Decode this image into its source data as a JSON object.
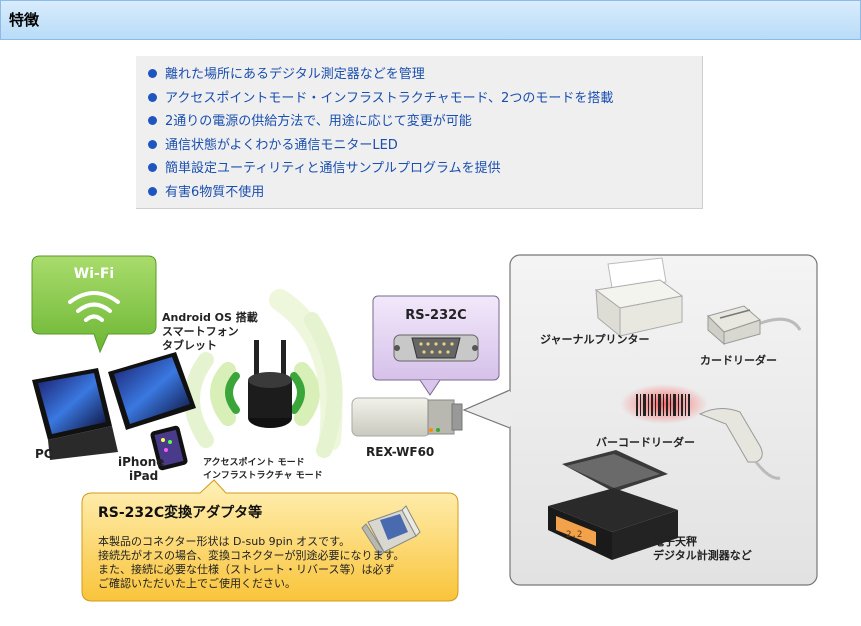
{
  "header": {
    "title": "特徴"
  },
  "features": [
    "離れた場所にあるデジタル測定器などを管理",
    "アクセスポイントモード・インフラストラクチャモード、2つのモードを搭載",
    "2通りの電源の供給方法で、用途に応じて変更が可能",
    "通信状態がよくわかる通信モニターLED",
    "簡単設定ユーティリティと通信サンプルプログラムを提供",
    "有害6物質不使用"
  ],
  "diagram": {
    "wifi_label": "Wi-Fi",
    "android_lines": [
      "Android OS 搭載",
      "スマートフォン",
      "タブレット"
    ],
    "pc_label": "PC",
    "iphone_label": "iPhone",
    "ipad_label": "iPad",
    "mode_lines": [
      "アクセスポイント モード",
      "インフラストラクチャ モード"
    ],
    "rs232c_label": "RS-232C",
    "device_label": "REX-WF60",
    "printer_label": "ジャーナルプリンター",
    "card_reader_label": "カードリーダー",
    "barcode_label": "バーコードリーダー",
    "scale_lines": [
      "電子天秤",
      "デジタル計測器など"
    ],
    "scale_display": "2.2",
    "adapter": {
      "title": "RS-232C変換アダプタ等",
      "lines": [
        "本製品のコネクター形状は D-sub 9pin オスです。",
        "接続先がオスの場合、変換コネクターが別途必要になります。",
        "また、接続に必要な仕様（ストレート・リバース等）は必ず",
        "ご確認いただいた上でご使用ください。"
      ]
    }
  },
  "colors": {
    "header_bg": "#c5e2fa",
    "feature_text": "#1a4fb0",
    "wifi_green": "#7cc242",
    "rs232c_purple": "#e6d6f2",
    "adapter_orange": "#fbd66a"
  }
}
